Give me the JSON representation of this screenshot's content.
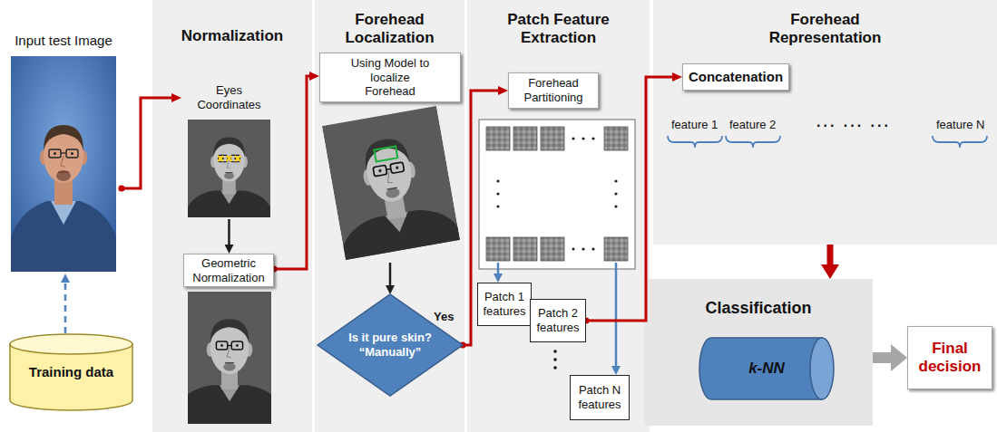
{
  "diagram": {
    "nodes": [
      {
        "text": [
          "Input test Image"
        ]
      },
      {
        "text": [
          "Training data"
        ]
      },
      {
        "text": [
          "Normalization"
        ]
      },
      {
        "text": [
          "Eyes Coordinates"
        ],
        "in": 2
      },
      {
        "text": [
          "Geometric Normalization"
        ],
        "in": 2
      },
      {
        "text": [
          "Forehead Localization"
        ]
      },
      {
        "text": [
          "Using Model to localize Forehead"
        ],
        "in": 5
      },
      {
        "text": [
          "Is it pure skin? “Manually”"
        ],
        "in": 5
      },
      {
        "text": [
          "Patch Feature Extraction"
        ]
      },
      {
        "text": [
          "Forehead Partitioning"
        ],
        "in": 8
      },
      {
        "text": [
          "Patch 1 features"
        ],
        "in": 8
      },
      {
        "text": [
          "Patch 2 features"
        ],
        "in": 8
      },
      {
        "text": [
          "Patch N features"
        ],
        "in": 8
      },
      {
        "text": [
          "Forehead Representation"
        ]
      },
      {
        "text": [
          "Concatenation"
        ],
        "in": 13
      },
      {
        "text": [
          "Classification"
        ]
      },
      {
        "text": [
          "k-NN"
        ],
        "in": 15
      },
      {
        "text": [
          "Final decision"
        ]
      }
    ],
    "edges": [
      {
        "from": 1,
        "to": 0,
        "arrow": "to"
      },
      {
        "from": 0,
        "to": 3,
        "arrow": "to"
      },
      {
        "from": 3,
        "to": 4,
        "arrow": "to"
      },
      {
        "from": 4,
        "to": 6,
        "arrow": "to"
      },
      {
        "from": 6,
        "to": 7,
        "arrow": "to"
      },
      {
        "from": 7,
        "to": 9,
        "arrow": "to"
      },
      {
        "from": 11,
        "to": 14,
        "arrow": "to"
      },
      {
        "from": 13,
        "to": 15,
        "arrow": "to"
      },
      {
        "from": 15,
        "to": 17,
        "arrow": "to"
      }
    ],
    "labels": [
      "Yes",
      "feature 1",
      "feature 2",
      "... ... ...",
      "feature N"
    ]
  }
}
